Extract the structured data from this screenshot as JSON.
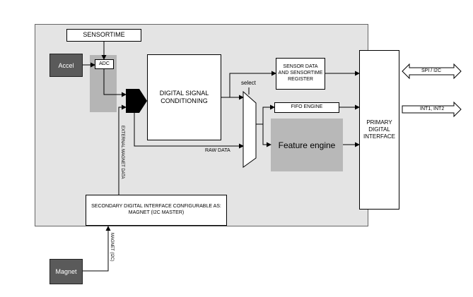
{
  "blocks": {
    "sensortime": "SENSORTIME",
    "accel": "Accel",
    "adc": "ADC",
    "dsc_line1": "DIGITAL SIGNAL",
    "dsc_line2": "CONDITIONING",
    "sensor_data_line1": "SENSOR DATA",
    "sensor_data_line2": "AND SENSORTIME",
    "sensor_data_line3": "REGISTER",
    "fifo": "FIFO ENGINE",
    "feature": "Feature engine",
    "pdi_line1": "PRIMARY",
    "pdi_line2": "DIGITAL",
    "pdi_line3": "INTERFACE",
    "secondary_line1": "SECONDARY DIGITAL INTERFACE CONFIGURABLE AS:",
    "secondary_line2": "MAGNET (I2C MASTER)",
    "magnet": "Magnet"
  },
  "labels": {
    "select": "select",
    "raw_data": "RAW DATA",
    "external_magnet_data": "EXTERNAL MAGNET DATA",
    "magnet_i2c": "MAGNET (I2C)",
    "spi_i2c": "SPI / I2C",
    "int": "INT1, INT2"
  },
  "colors": {
    "chip_bg": "#e4e4e4",
    "adc_bar": "#b5b5b5",
    "feature_bg": "#b8b8b8",
    "dark_block": "#5a5a5a"
  }
}
